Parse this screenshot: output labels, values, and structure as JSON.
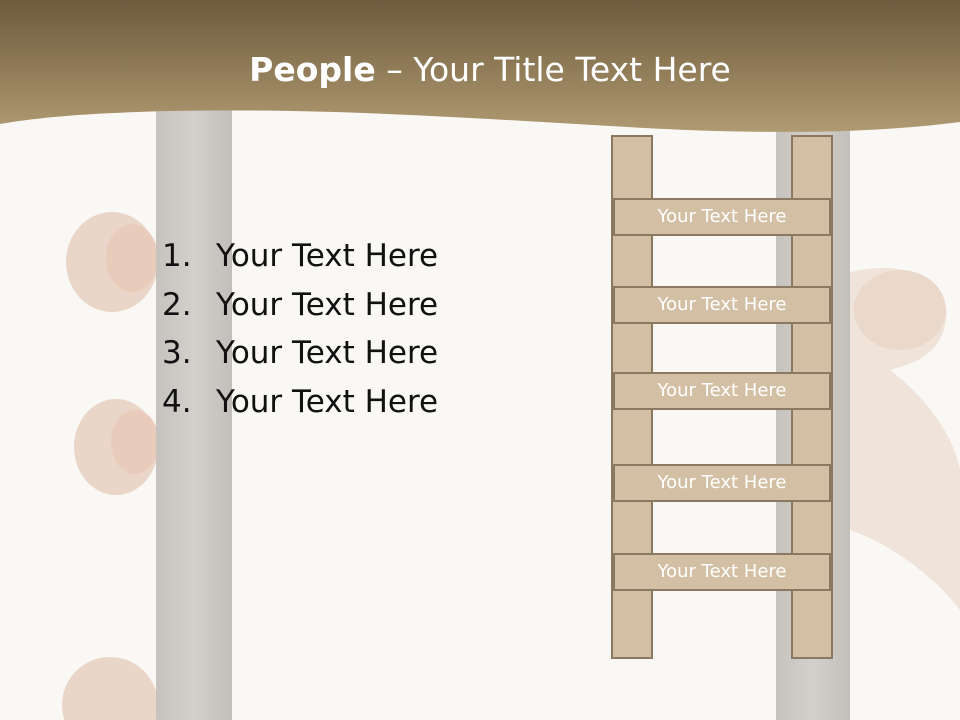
{
  "title": {
    "bold": "People",
    "rest": " – Your Title Text Here"
  },
  "list": [
    {
      "num": "1.",
      "text": "Your Text Here"
    },
    {
      "num": "2.",
      "text": "Your Text Here"
    },
    {
      "num": "3.",
      "text": "Your Text Here"
    },
    {
      "num": "4.",
      "text": "Your Text Here"
    }
  ],
  "ladder": [
    {
      "label": "Your Text Here"
    },
    {
      "label": "Your Text Here"
    },
    {
      "label": "Your Text Here"
    },
    {
      "label": "Your Text Here"
    },
    {
      "label": "Your Text Here"
    }
  ],
  "colors": {
    "banner_dark": "#6e5a3c",
    "banner_light": "#b09a72",
    "ladder_fill": "#d3c0a4",
    "ladder_stroke": "#8a7860"
  }
}
